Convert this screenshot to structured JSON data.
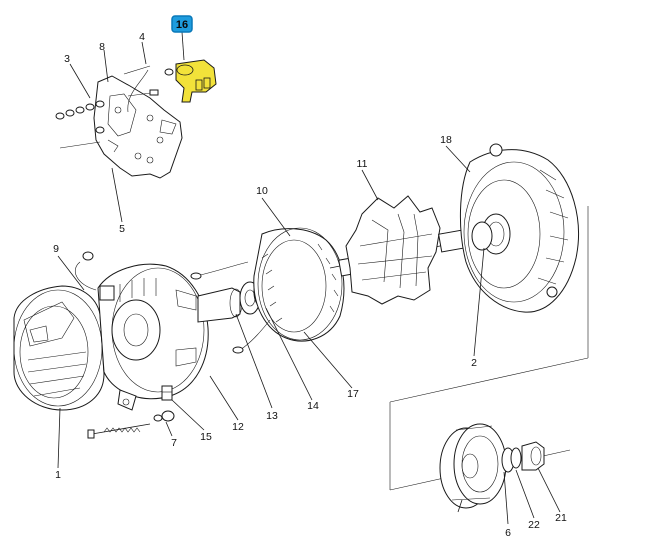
{
  "colors": {
    "highlight_box_fill": "#1e9cde",
    "highlight_box_stroke": "#0a78b8",
    "highlighted_part_fill": "#f2e23a",
    "line": "#1a1a1a"
  },
  "highlighted_part": "16",
  "callouts": {
    "c1": "1",
    "c2": "2",
    "c3": "3",
    "c4": "4",
    "c5": "5",
    "c6": "6",
    "c7": "7",
    "c8": "8",
    "c9": "9",
    "c10": "10",
    "c11": "11",
    "c12": "12",
    "c13": "13",
    "c14": "14",
    "c15": "15",
    "c16": "16",
    "c17": "17",
    "c18": "18",
    "c21": "21",
    "c22": "22"
  }
}
